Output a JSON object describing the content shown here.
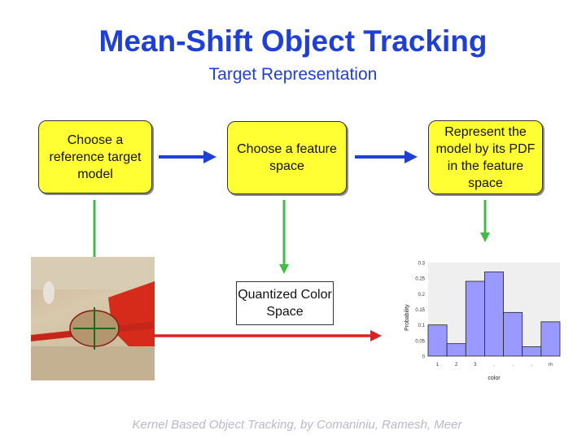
{
  "title": "Mean-Shift Object Tracking",
  "subtitle": "Target Representation",
  "steps": [
    {
      "label": "Choose a reference target model"
    },
    {
      "label": "Choose a feature space"
    },
    {
      "label": "Represent the model by its PDF in the feature space"
    }
  ],
  "quantized_label": "Quantized Color Space",
  "credit": "Kernel Based Object Tracking, by Comaniniu, Ramesh, Meer",
  "colors": {
    "title": "#1f3fd6",
    "box_fill": "#ffff33",
    "blue_arrow": "#1f3fd6",
    "green_arrow": "#44bb44",
    "red_arrow": "#e02020",
    "bar_fill": "#9999ff"
  },
  "chart_data": {
    "type": "bar",
    "ylabel": "Probability",
    "xlabel": "color",
    "ylim": [
      0,
      0.3
    ],
    "y_ticks": [
      "0",
      "0.05",
      "0.1",
      "0.15",
      "0.2",
      "0.25",
      "0.3"
    ],
    "x_ticks": [
      "1",
      "2",
      "3",
      ".",
      ".",
      ".",
      "m"
    ],
    "values": [
      0.1,
      0.04,
      0.24,
      0.27,
      0.14,
      0.03,
      0.11
    ]
  }
}
